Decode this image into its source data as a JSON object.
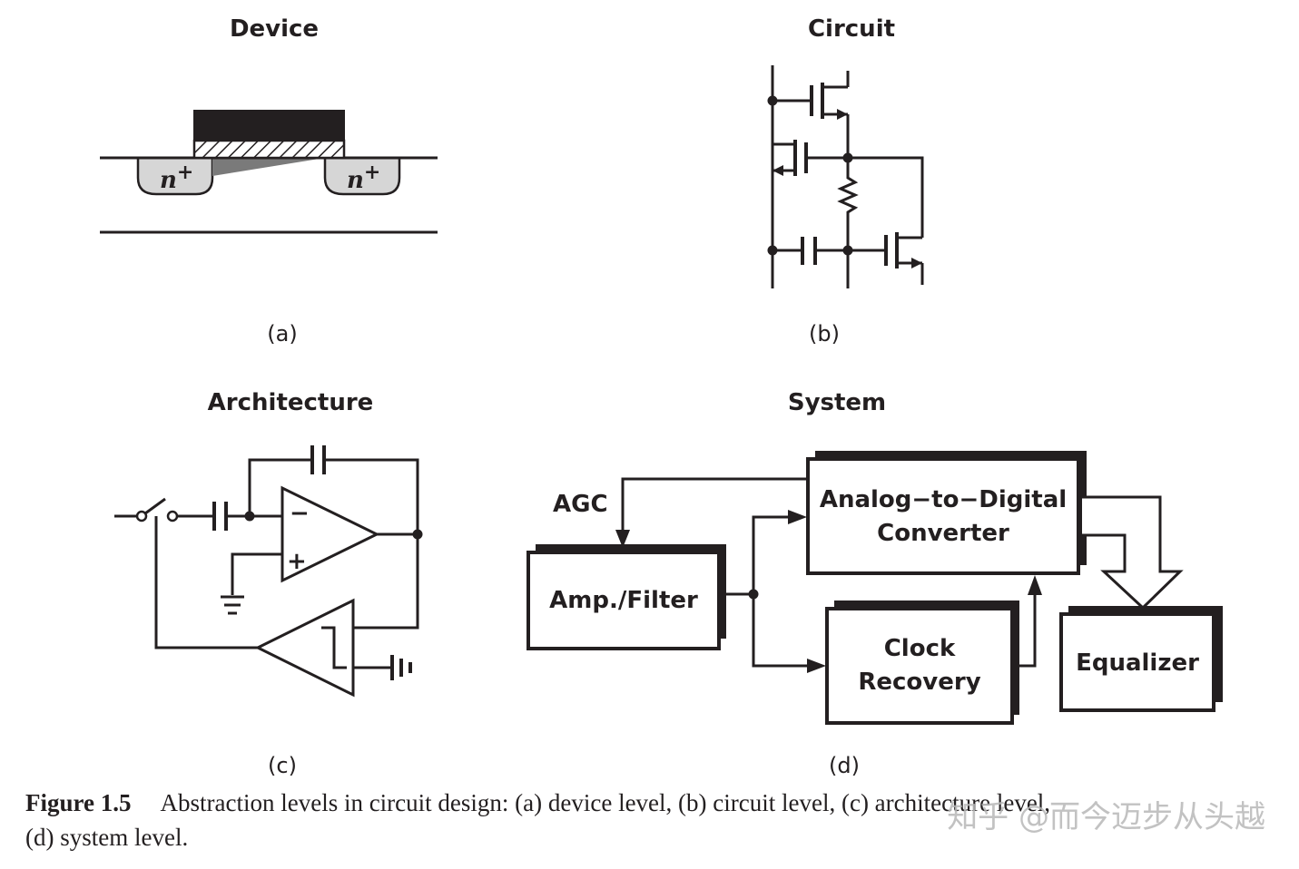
{
  "panels": {
    "device": {
      "title": "Device",
      "sublabel": "(a)",
      "doping_left": "n",
      "doping_right": "n",
      "doping_sup": "+"
    },
    "circuit": {
      "title": "Circuit",
      "sublabel": "(b)"
    },
    "architecture": {
      "title": "Architecture",
      "sublabel": "(c)",
      "opamp_minus": "−",
      "opamp_plus": "+"
    },
    "system": {
      "title": "System",
      "sublabel": "(d)",
      "agc_label": "AGC",
      "blocks": {
        "amp_filter": "Amp./Filter",
        "adc_line1": "Analog−to−Digital",
        "adc_line2": "Converter",
        "clock_line1": "Clock",
        "clock_line2": "Recovery",
        "equalizer": "Equalizer"
      }
    }
  },
  "caption": {
    "figure_label": "Figure 1.5",
    "line1": "Abstraction levels in circuit design: (a) device level, (b) circuit level, (c) architecture level,",
    "line2": "(d) system level."
  },
  "watermark": "知乎 @而今迈步从头越",
  "colors": {
    "ink": "#231f20",
    "doped_region": "#d6d6d6",
    "channel": "#7a7a7a",
    "watermark": "#b8b8b8"
  }
}
